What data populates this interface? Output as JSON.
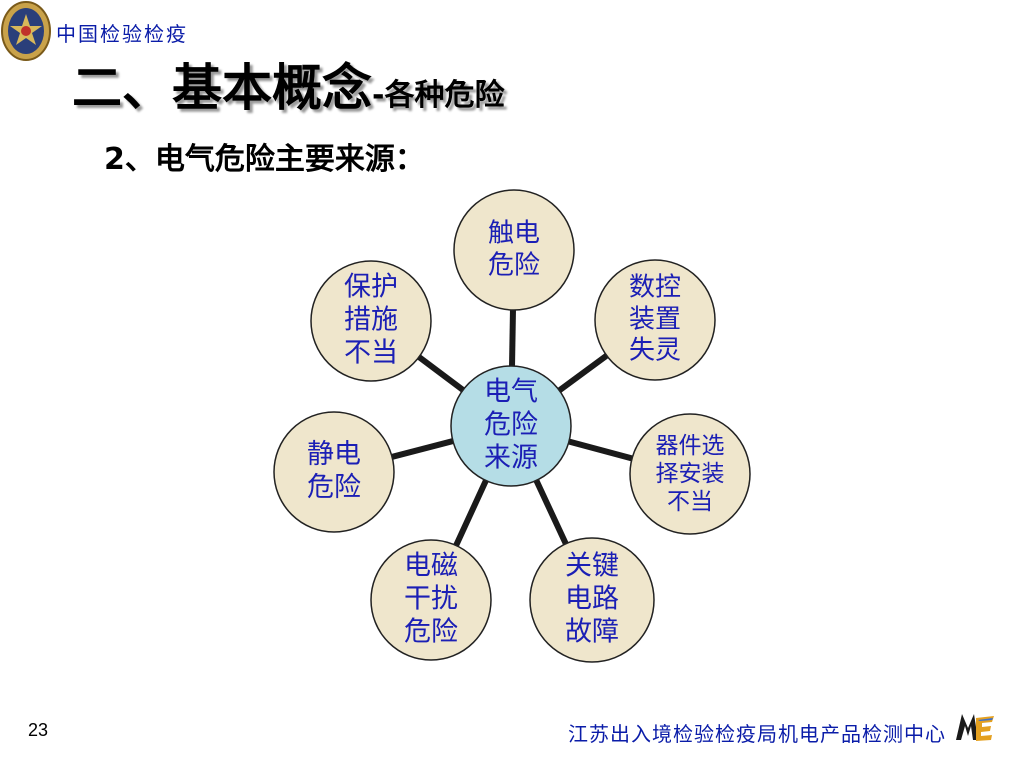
{
  "header": {
    "org_name": "中国检验检疫",
    "title_main": "二、基本概念",
    "title_sub": "-各种危险",
    "subtitle": "2、电气危险主要来源："
  },
  "diagram": {
    "center": {
      "label": "电气\n危险\n来源",
      "fill": "#b5dde6"
    },
    "node_fill": "#efe6cc",
    "label_color": "#1b1fb5",
    "nodes": [
      {
        "id": "touch",
        "label": "触电\n危险"
      },
      {
        "id": "cnc",
        "label": "数控\n装置\n失灵"
      },
      {
        "id": "component",
        "label": "器件选\n择安装\n不当"
      },
      {
        "id": "circuit",
        "label": "关键\n电路\n故障"
      },
      {
        "id": "emi",
        "label": "电磁\n干扰\n危险"
      },
      {
        "id": "static",
        "label": "静电\n危险"
      },
      {
        "id": "protection",
        "label": "保护\n措施\n不当"
      }
    ]
  },
  "footer": {
    "page_number": "23",
    "organization": "江苏出入境检验检疫局机电产品检测中心",
    "logo_text": "ME"
  }
}
